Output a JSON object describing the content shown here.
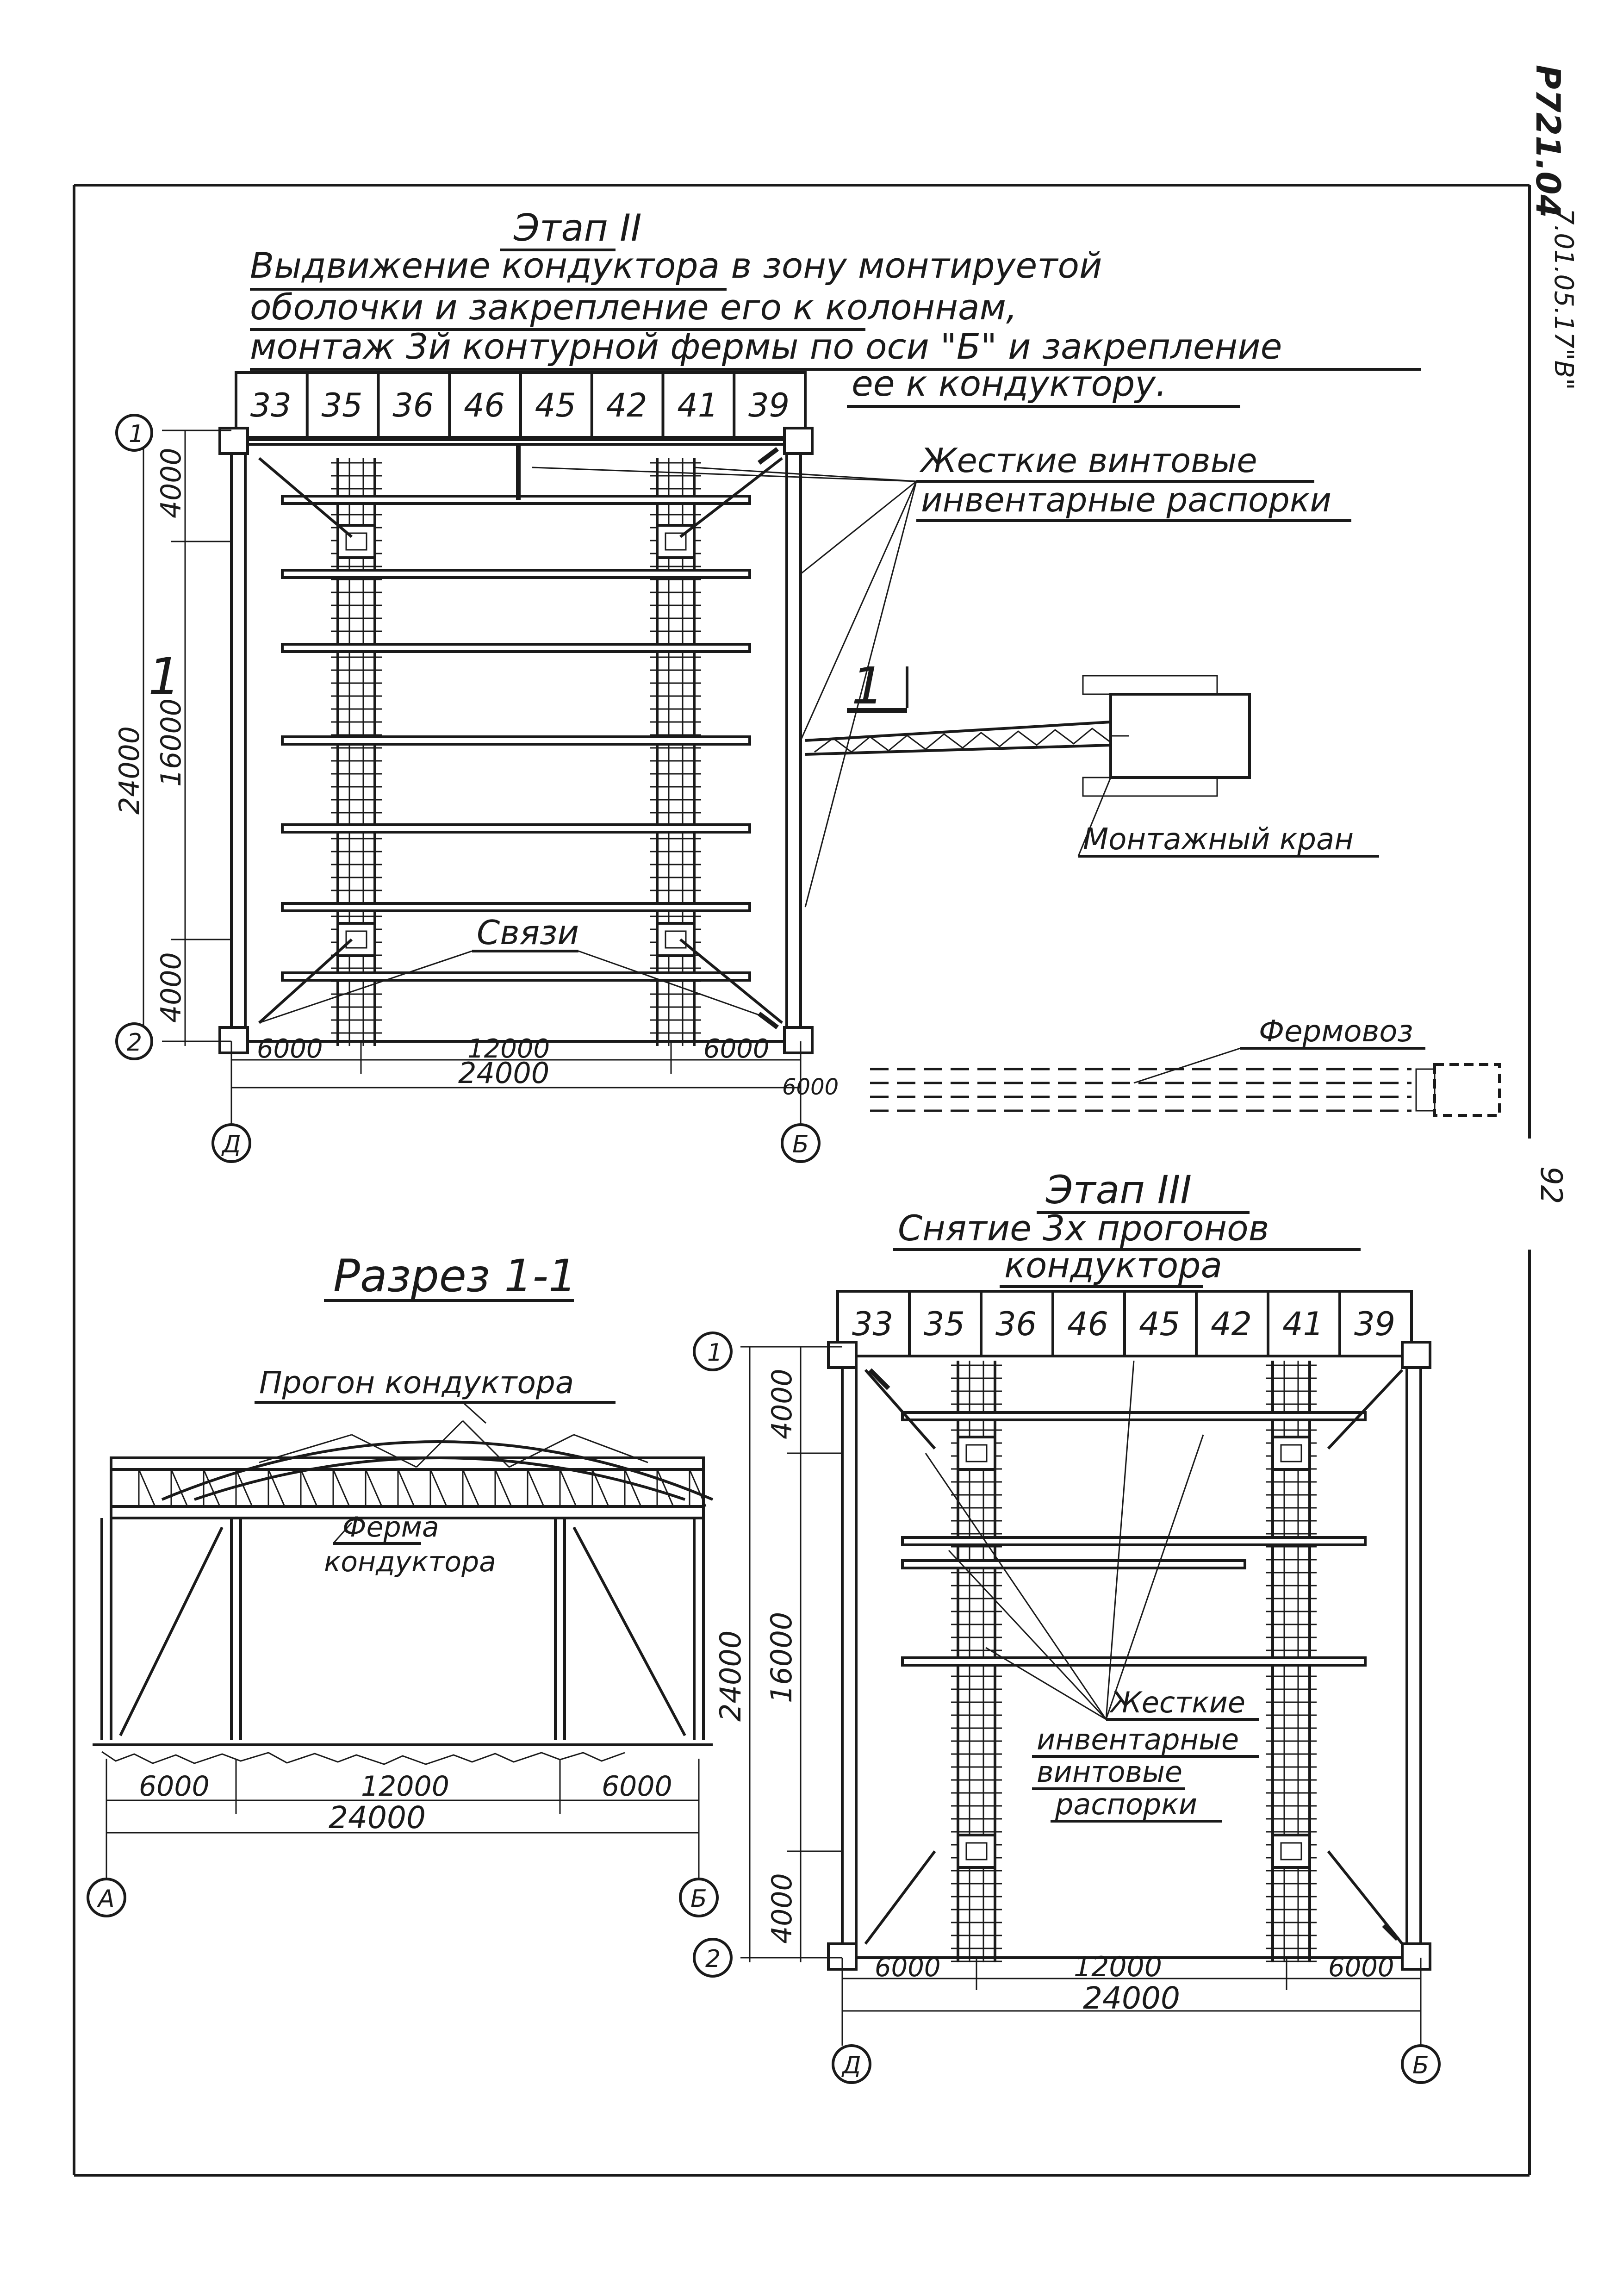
{
  "side": {
    "code_main": "P721.04",
    "code_sub": "7.01.05.17\"B\"",
    "page_number": "92"
  },
  "stage2": {
    "title": "Этап II",
    "desc_line1": "Выдвижение кондуктора в зону монтируетой",
    "desc_line2": "оболочки и закрепление его к колоннам,",
    "desc_line3": "монтаж 3й контурной фермы по оси \"Б\" и закрепление",
    "desc_line4": "ее к кондуктору.",
    "cells": [
      "33",
      "35",
      "36",
      "46",
      "45",
      "42",
      "41",
      "39"
    ],
    "axis_top": "1",
    "axis_bottom": "2",
    "axis_left": "Д",
    "axis_right": "Б",
    "dim_left_top": "4000",
    "dim_left_mid": "16000",
    "dim_left_bottom": "4000",
    "dim_left_total": "24000",
    "dim_bottom_left": "6000",
    "dim_bottom_mid": "12000",
    "dim_bottom_right": "6000",
    "dim_bottom_total": "24000",
    "dim_truck": "6000",
    "label_struts_line1": "Жесткие винтовые",
    "label_struts_line2": "инвентарные распорки",
    "label_ties": "Связи",
    "label_crane": "Монтажный кран",
    "label_truck": "Фермовоз",
    "section_mark": "1",
    "section_mark_2": "1"
  },
  "section": {
    "title": "Разрез 1-1",
    "label_purlin": "Прогон кондуктора",
    "label_truss_line1": "Ферма",
    "label_truss_line2": "кондуктора",
    "dim_left": "6000",
    "dim_mid": "12000",
    "dim_right": "6000",
    "dim_total": "24000",
    "axis_left": "А",
    "axis_right": "Б"
  },
  "stage3": {
    "title": "Этап III",
    "desc_line1": "Снятие 3х прогонов",
    "desc_line2": "кондуктора",
    "cells": [
      "33",
      "35",
      "36",
      "46",
      "45",
      "42",
      "41",
      "39"
    ],
    "axis_top": "1",
    "axis_bottom": "2",
    "axis_left": "Д",
    "axis_right": "Б",
    "dim_left_top": "4000",
    "dim_left_mid": "16000",
    "dim_left_bottom": "4000",
    "dim_left_total": "24000",
    "dim_bottom_left": "6000",
    "dim_bottom_mid": "12000",
    "dim_bottom_right": "6000",
    "dim_bottom_total": "24000",
    "label_struts_line1": "Жесткие",
    "label_struts_line2": "инвентарные",
    "label_struts_line3": "винтовые",
    "label_struts_line4": "распорки"
  }
}
